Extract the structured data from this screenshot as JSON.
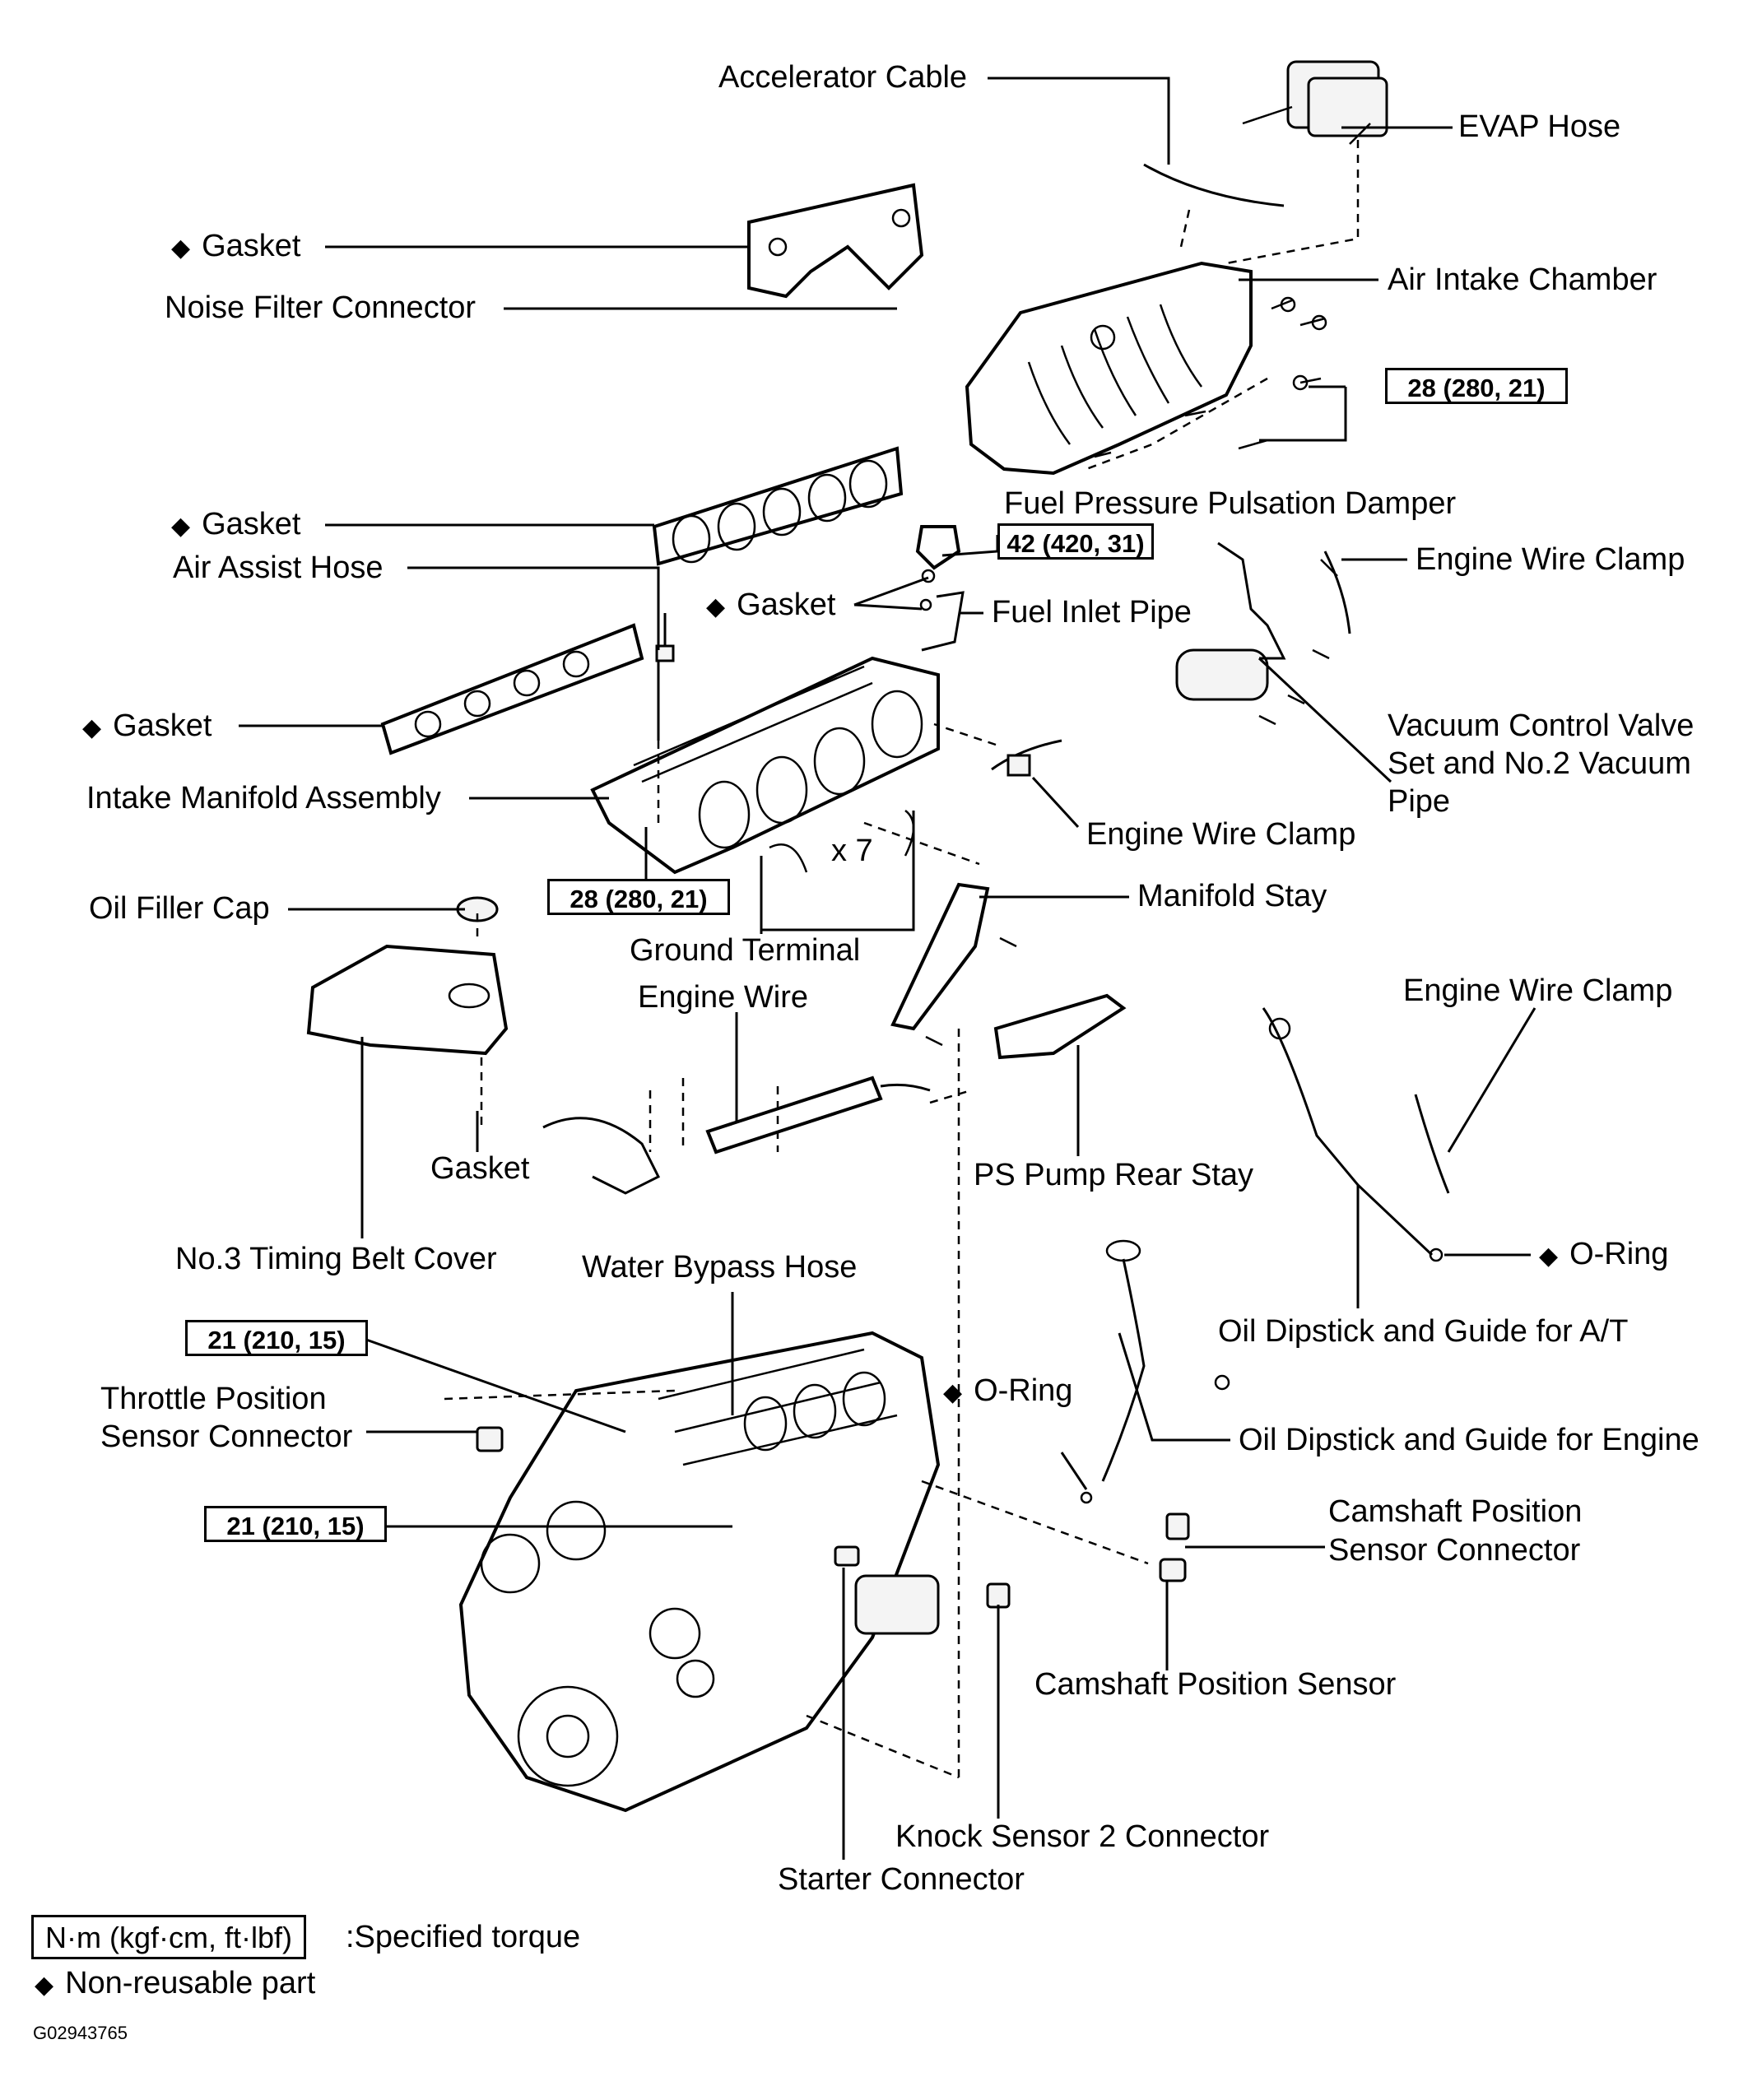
{
  "labels": {
    "accelerator_cable": "Accelerator Cable",
    "evap_hose": "EVAP Hose",
    "gasket": "Gasket",
    "noise_filter_connector": "Noise Filter Connector",
    "air_intake_chamber": "Air Intake Chamber",
    "fuel_pressure_pulsation_damper": "Fuel Pressure Pulsation Damper",
    "air_assist_hose": "Air Assist Hose",
    "engine_wire_clamp": "Engine Wire Clamp",
    "fuel_inlet_pipe": "Fuel Inlet Pipe",
    "vacuum_control_valve": [
      "Vacuum Control Valve",
      "Set and No.2 Vacuum",
      "Pipe"
    ],
    "intake_manifold_assembly": "Intake Manifold Assembly",
    "x7": "x 7",
    "oil_filler_cap": "Oil Filler Cap",
    "manifold_stay": "Manifold Stay",
    "ground_terminal": "Ground Terminal",
    "engine_wire": "Engine Wire",
    "no3_timing_belt_cover": "No.3 Timing Belt Cover",
    "ps_pump_rear_stay": "PS Pump Rear Stay",
    "o_ring": "O-Ring",
    "water_bypass_hose": "Water Bypass Hose",
    "oil_dipstick_at": "Oil Dipstick and Guide for A/T",
    "throttle_position_sensor_connector": [
      "Throttle Position",
      "Sensor Connector"
    ],
    "oil_dipstick_engine": "Oil Dipstick and Guide for Engine",
    "camshaft_position_sensor_connector": [
      "Camshaft Position",
      "Sensor Connector"
    ],
    "camshaft_position_sensor": "Camshaft Position Sensor",
    "knock_sensor_2_connector": "Knock Sensor 2 Connector",
    "starter_connector": "Starter Connector"
  },
  "torques": {
    "t28_upper": "28 (280, 21)",
    "t42": "42 (420, 31)",
    "t28_lower": "28 (280, 21)",
    "t21_upper": "21 (210, 15)",
    "t21_lower": "21 (210, 15)"
  },
  "symbols": {
    "non_reusable": "◆"
  },
  "legend": {
    "unit_box": "N·m (kgf·cm, ft·lbf)",
    "unit_text": ":Specified torque",
    "non_reusable_text": "Non-reusable part"
  },
  "figure_id": "G02943765"
}
